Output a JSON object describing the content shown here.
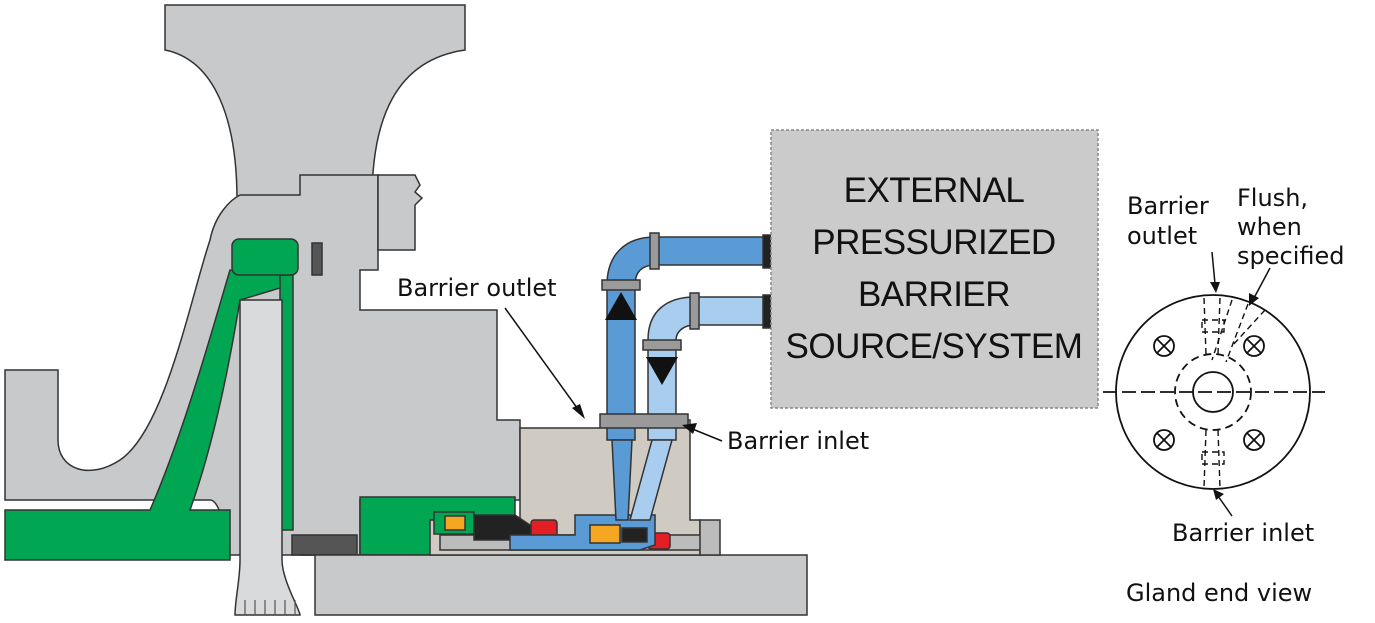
{
  "box": {
    "lines": [
      "EXTERNAL",
      "PRESSURIZED",
      "BARRIER",
      "SOURCE/SYSTEM"
    ]
  },
  "labels": {
    "barrier_outlet": "Barrier outlet",
    "barrier_inlet": "Barrier inlet",
    "end_view_outlet_1": "Barrier",
    "end_view_outlet_2": "outlet",
    "flush_1": "Flush,",
    "flush_2": "when",
    "flush_3": "specified",
    "end_view_inlet": "Barrier inlet",
    "caption": "Gland end view"
  },
  "colors": {
    "housing_gray": "#c8c9cb",
    "seal_green": "#00a651",
    "pipe_blue": "#5b9bd5",
    "pipe_light_blue": "#a9cdee",
    "box_gray": "#cbcbcb",
    "seal_red": "#e31e24",
    "gland_tan": "#cfcac2"
  }
}
